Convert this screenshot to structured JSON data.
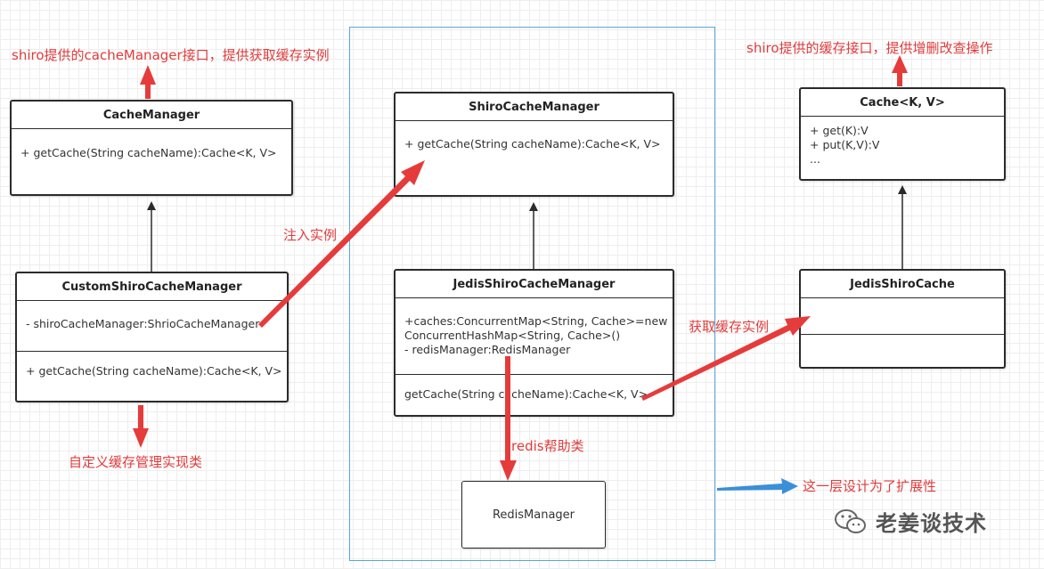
{
  "annotations": {
    "cache_manager_note": "shiro提供的cacheManager接口，提供获取缓存实例",
    "cache_note": "shiro提供的缓存接口，提供增删改查操作",
    "inject_instance": "注入实例",
    "get_cache_instance": "获取缓存实例",
    "custom_impl_note": "自定义缓存管理实现类",
    "redis_helper": "redis帮助类",
    "extensibility_note": "这一层设计为了扩展性"
  },
  "classes": {
    "cache_manager": {
      "title": "CacheManager",
      "methods": [
        "+ getCache(String cacheName):Cache<K, V>"
      ]
    },
    "shiro_cache_manager": {
      "title": "ShiroCacheManager",
      "methods": [
        "+ getCache(String cacheName):Cache<K, V>"
      ]
    },
    "cache": {
      "title": "Cache<K, V>",
      "methods": [
        "+ get(K):V",
        "+ put(K,V):V",
        "..."
      ]
    },
    "custom_shiro_cache_manager": {
      "title": "CustomShiroCacheManager",
      "attributes": [
        "- shiroCacheManager:ShrioCacheManager"
      ],
      "methods": [
        "+ getCache(String cacheName):Cache<K, V>"
      ]
    },
    "jedis_shiro_cache_manager": {
      "title": "JedisShiroCacheManager",
      "attributes": [
        "+caches:ConcurrentMap<String, Cache>=new",
        "ConcurrentHashMap<String, Cache>()",
        "- redisManager:RedisManager"
      ],
      "methods": [
        "getCache(String cacheName):Cache<K, V>"
      ]
    },
    "jedis_shiro_cache": {
      "title": "JedisShiroCache"
    },
    "redis_manager": {
      "title": "RedisManager"
    }
  },
  "watermark": {
    "text": "老姜谈技术",
    "icon": "wechat-icon"
  },
  "colors": {
    "annotation_red": "#e03c3c",
    "frame_blue": "#5aa5d8",
    "arrow_blue": "#3b8fd9",
    "border": "#2b2b2b"
  }
}
